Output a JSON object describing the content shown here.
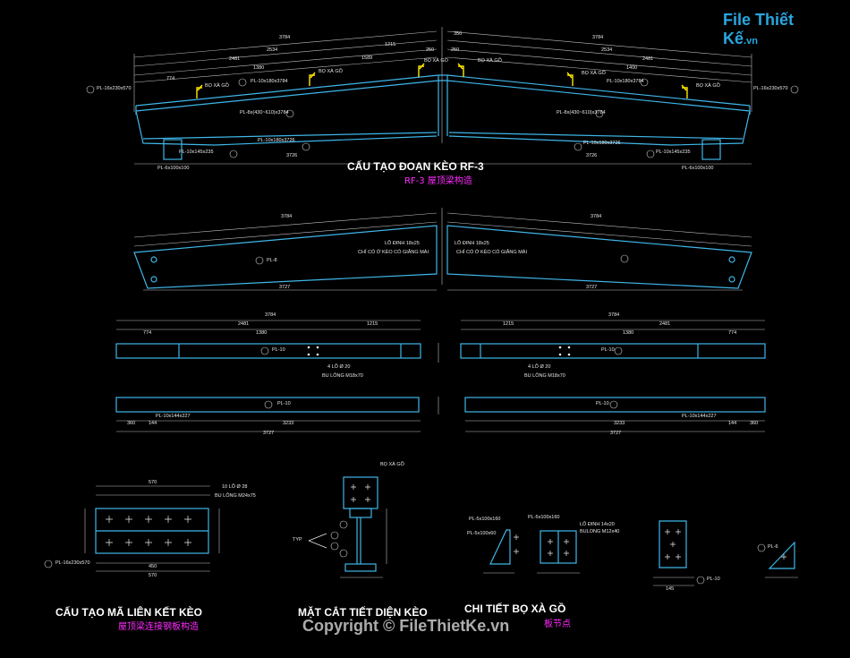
{
  "logo": {
    "text": "File Thiết Kế",
    "suffix": ".vn"
  },
  "copyright": "Copyright © FileThietKe.vn",
  "section1": {
    "title": "CẤU TẠO ĐOẠN KÈO RF-3",
    "subtitle": "RF-3 屋顶梁构造"
  },
  "section_bottom": [
    {
      "title": "CẤU TẠO MÃ LIÊN KẾT KÈO",
      "subtitle": "屋顶梁连接钢板构造"
    },
    {
      "title": "MẶT CẮT TIẾT DIỆN KÈO",
      "subtitle": ""
    },
    {
      "title": "CHI TIẾT BỌ XÀ GỒ",
      "subtitle": "板节点"
    }
  ],
  "dims_top": [
    "3784",
    "2481",
    "2534",
    "1380",
    "1215",
    "1589",
    "774",
    "250",
    "250",
    "350",
    "1400",
    "2534",
    "2481",
    "3784"
  ],
  "labels_top": {
    "bo_xa_go": "BỌ XÀ GỒ",
    "pl1": "PL-16x230x570",
    "pl2": "PL-10x180x3784",
    "pl3": "PL-8x(430~610)x3784",
    "pl4": "PL-10x180x3726",
    "pl5": "PL-10x145x235",
    "pl6": "PL-6x100x100",
    "dim_3726": "3726"
  },
  "labels_mid": {
    "pl_8": "PL-8",
    "lo_khan": "LỖ ĐINH 18x25",
    "chi_co": "CHỈ CÓ Ở KÈO CÓ GIẰNG MÁI",
    "dim_3727": "3727",
    "dim_3784": "3784",
    "dim_2481": "2481",
    "dim_1380": "1380",
    "dim_1215": "1215",
    "dim_774": "774",
    "pl_10": "PL-10",
    "bolt": "4 LỖ Ø 20",
    "bulong": "BU LÔNG M18x70",
    "dim_3233": "3233",
    "dim_360": "360",
    "dim_144": "144",
    "pl_10b": "PL-10x144x227"
  },
  "labels_bottom": {
    "dim_570": "570",
    "dim_450": "450",
    "plate": "PL-16x230x570",
    "bolt": "10 LỖ Ø 28",
    "bulong": "BU LÔNG M24x75",
    "typ": "TYP",
    "bo_xa_go": "BỌ XÀ GỒ",
    "pl_5a": "PL-5x100x160",
    "pl_5b": "PL-5x100x60",
    "pl_10c": "PL-10",
    "pl_6": "PL-6",
    "lo_dinh": "LỖ ĐINH 14x20",
    "bulong_m12": "BULONG M12x40",
    "dim_145": "145"
  },
  "colors": {
    "line": "#3fb6e8",
    "dim": "#d6d6d6",
    "magenta": "#ff2bff",
    "yellow": "#ffe600",
    "bg": "#000000"
  }
}
